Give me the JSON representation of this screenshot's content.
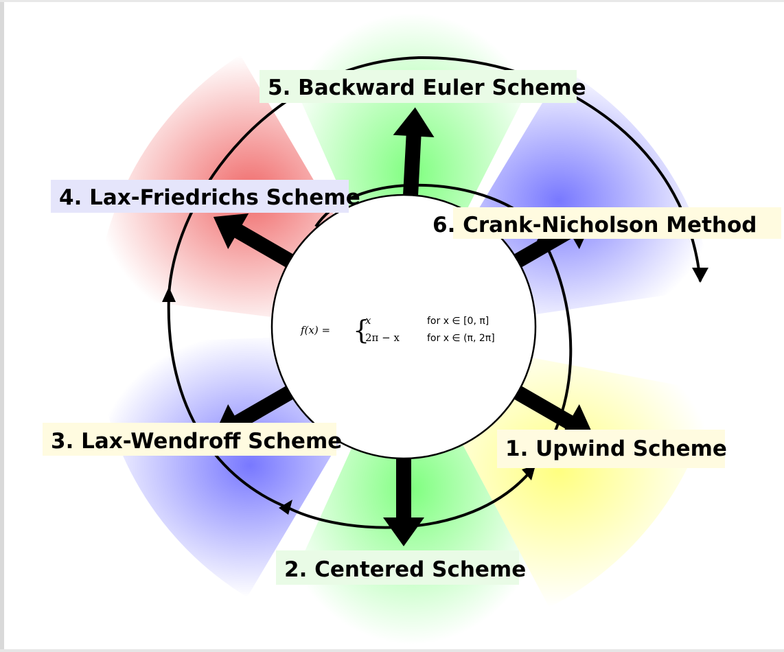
{
  "diagram": {
    "center_formula": {
      "lhs": "f(x) =",
      "case1_expr": "x",
      "case1_cond": "for x ∈ [0, π]",
      "case2_expr": "2π − x",
      "case2_cond": "for x ∈ (π, 2π]"
    },
    "schemes": [
      {
        "label": "1. Upwind Scheme",
        "color": "#ffff80"
      },
      {
        "label": "2. Centered Scheme",
        "color": "#80ff80"
      },
      {
        "label": "3. Lax-Wendroff Scheme",
        "color": "#8080ff"
      },
      {
        "label": "4. Lax-Friedrichs Scheme",
        "color": "#ff8080"
      },
      {
        "label": "5. Backward Euler Scheme",
        "color": "#80ff80"
      },
      {
        "label": "6. Crank-Nicholson Method",
        "color": "#8080ff"
      }
    ]
  }
}
